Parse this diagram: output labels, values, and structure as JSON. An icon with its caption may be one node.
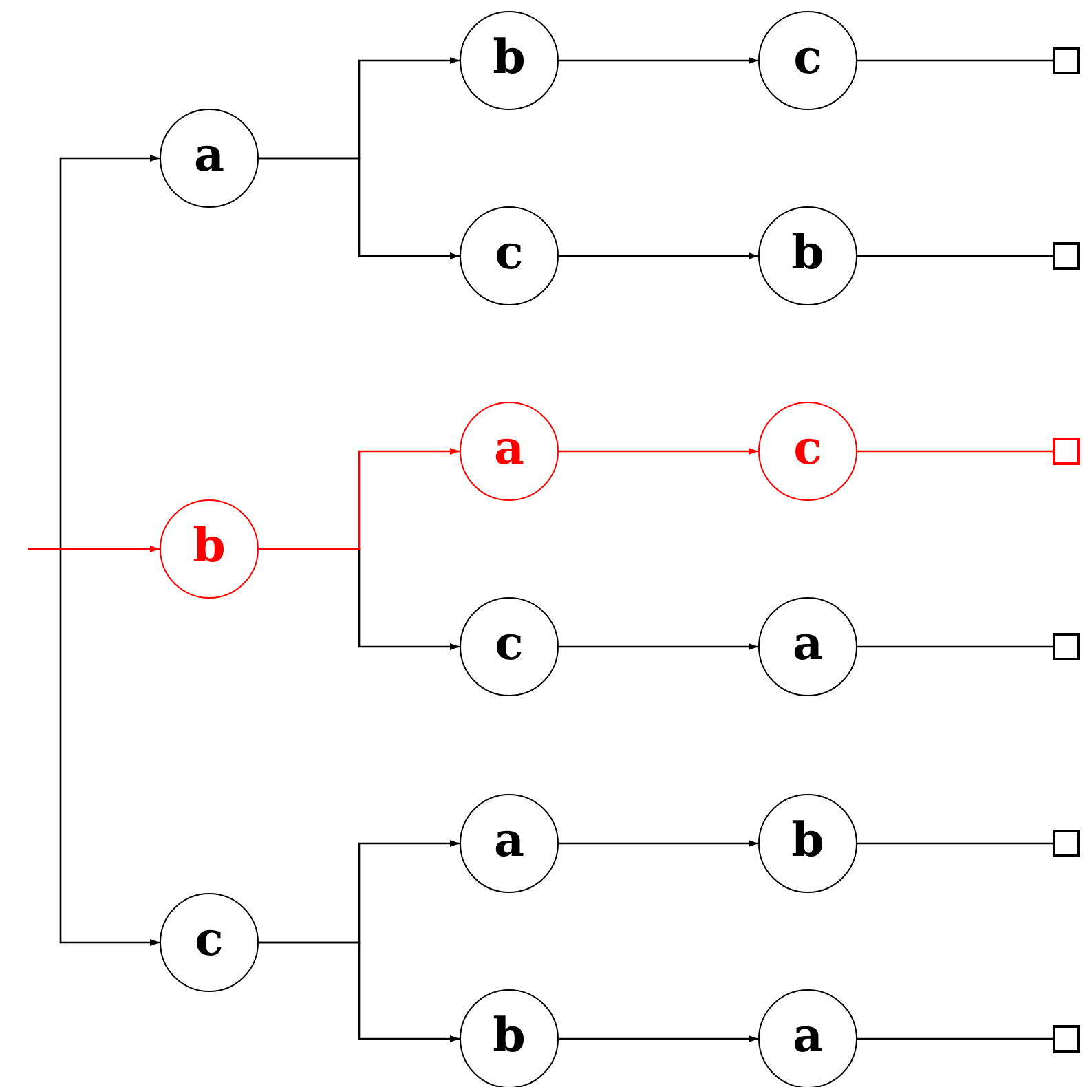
{
  "diagram": {
    "nodes": [
      {
        "text": [
          "a"
        ]
      },
      {
        "text": [
          "b"
        ]
      },
      {
        "text": [
          "c"
        ]
      },
      {
        "text": [],
        "shape": "box"
      },
      {
        "text": [
          "c"
        ]
      },
      {
        "text": [
          "b"
        ]
      },
      {
        "text": [],
        "shape": "box"
      },
      {
        "text": [
          "b"
        ]
      },
      {
        "text": [
          "a"
        ]
      },
      {
        "text": [
          "c"
        ]
      },
      {
        "text": [],
        "shape": "box"
      },
      {
        "text": [
          "c"
        ]
      },
      {
        "text": [
          "a"
        ]
      },
      {
        "text": [],
        "shape": "box"
      },
      {
        "text": [
          "c"
        ]
      },
      {
        "text": [
          "a"
        ]
      },
      {
        "text": [
          "b"
        ]
      },
      {
        "text": [],
        "shape": "box"
      },
      {
        "text": [
          "b"
        ]
      },
      {
        "text": [
          "a"
        ]
      },
      {
        "text": [],
        "shape": "box"
      }
    ],
    "edges": [
      {
        "from": null,
        "to": 0,
        "arrow": "to"
      },
      {
        "from": null,
        "to": 14,
        "arrow": "to"
      },
      {
        "from": null,
        "to": 7,
        "arrow": "to",
        "color": "#ff0000"
      },
      {
        "from": 0,
        "to": 1,
        "arrow": "to"
      },
      {
        "from": 0,
        "to": 4,
        "arrow": "to"
      },
      {
        "from": 1,
        "to": 2,
        "arrow": "to"
      },
      {
        "from": 2,
        "to": 3,
        "arrow": "none"
      },
      {
        "from": 4,
        "to": 5,
        "arrow": "to"
      },
      {
        "from": 5,
        "to": 6,
        "arrow": "none"
      },
      {
        "from": 7,
        "to": 11,
        "arrow": "to"
      },
      {
        "from": 7,
        "to": 8,
        "arrow": "to",
        "color": "#ff0000"
      },
      {
        "from": 8,
        "to": 9,
        "arrow": "to",
        "color": "#ff0000"
      },
      {
        "from": 9,
        "to": 10,
        "arrow": "none",
        "color": "#ff0000"
      },
      {
        "from": 11,
        "to": 12,
        "arrow": "to"
      },
      {
        "from": 12,
        "to": 13,
        "arrow": "none"
      },
      {
        "from": 14,
        "to": 15,
        "arrow": "to"
      },
      {
        "from": 14,
        "to": 18,
        "arrow": "to"
      },
      {
        "from": 15,
        "to": 16,
        "arrow": "to"
      },
      {
        "from": 16,
        "to": 17,
        "arrow": "none"
      },
      {
        "from": 18,
        "to": 19,
        "arrow": "to"
      },
      {
        "from": 19,
        "to": 20,
        "arrow": "none"
      }
    ]
  }
}
